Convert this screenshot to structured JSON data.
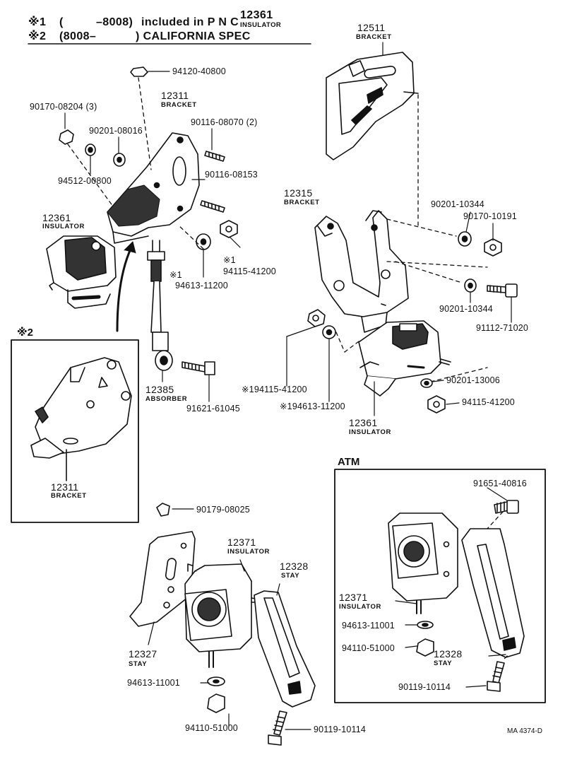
{
  "header": {
    "note1_mark": "※1",
    "note1_range_open": "(",
    "note1_range": "–8008)",
    "note1_text": "included in P N C",
    "note1_pnc": "12361",
    "note1_pnc_name": "INSULATOR",
    "note2_mark": "※2",
    "note2_range": "(8008–",
    "note2_text": ") CALIFORNIA SPEC"
  },
  "labels": {
    "p94120_40800": "94120-40800",
    "p90170_08204": "90170-08204 (3)",
    "p90201_08016": "90201-08016",
    "p94512_00800": "94512-00800",
    "p12311_num": "12311",
    "p12311_name": "BRACKET",
    "p90116_08070": "90116-08070 (2)",
    "p90116_08153": "90116-08153",
    "p12361_num": "12361",
    "p12361_name": "INSULATOR",
    "m1a": "※1",
    "p94115_41200_a": "94115-41200",
    "m1b": "※1",
    "p94613_11200_a": "94613-11200",
    "p12385_num": "12385",
    "p12385_name": "ABSORBER",
    "p91621_61045": "91621-61045",
    "ref2": "※2",
    "p12311b_num": "12311",
    "p12311b_name": "BRACKET",
    "p12511_num": "12511",
    "p12511_name": "BRACKET",
    "p12315_num": "12315",
    "p12315_name": "BRACKET",
    "p90201_10344_a": "90201-10344",
    "p90170_10191": "90170-10191",
    "p90201_10344_b": "90201-10344",
    "p91112_71020": "91112-71020",
    "p194115_41200": "※194115-41200",
    "p194613_11200": "※194613-11200",
    "p90201_13006": "90201-13006",
    "p94115_41200_b": "94115-41200",
    "p12361b_num": "12361",
    "p12361b_name": "INSULATOR",
    "p90179_08025": "90179-08025",
    "p12371_num": "12371",
    "p12371_name": "INSULATOR",
    "p12328_num": "12328",
    "p12328_name": "STAY",
    "p12327_num": "12327",
    "p12327_name": "STAY",
    "p94613_11001_a": "94613-11001",
    "p94110_51000_a": "94110-51000",
    "p90119_10114_a": "90119-10114",
    "atm": "ATM",
    "p91651_40816": "91651-40816",
    "p12371b_num": "12371",
    "p12371b_name": "INSULATOR",
    "p94613_11001_b": "94613-11001",
    "p94110_51000_b": "94110-51000",
    "p12328b_num": "12328",
    "p12328b_name": "STAY",
    "p90119_10114_b": "90119-10114",
    "drawing_ref": "MA 4374-D"
  },
  "colors": {
    "ink": "#111111",
    "paper": "#ffffff",
    "shade": "#333333"
  }
}
